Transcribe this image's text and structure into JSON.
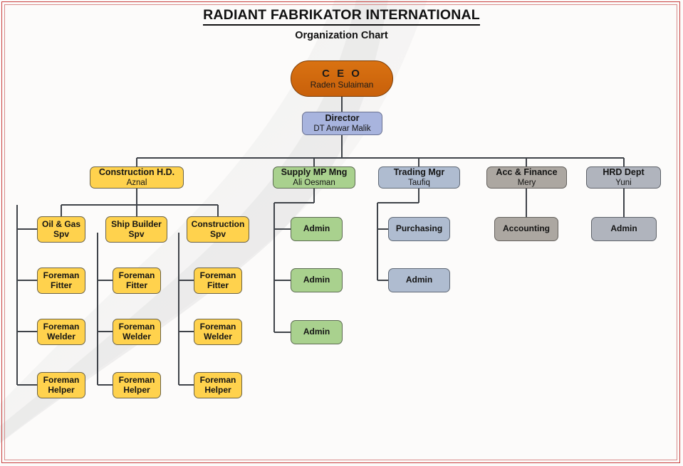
{
  "document": {
    "title": "RADIANT FABRIKATOR INTERNATIONAL",
    "subtitle": "Organization Chart"
  },
  "theme": {
    "ceo_color": "#d2690e",
    "director_color": "#a8b4de",
    "yellow": "#ffd24d",
    "green": "#a9d18e",
    "blue_gray": "#afbcd0",
    "taupe": "#aca7a1",
    "gray": "#b0b4bd",
    "frame_color": "#c9403f",
    "connector_color": "#3f4349",
    "page_background": "#fcfbfa"
  },
  "chart_data": {
    "type": "diagram",
    "title": "RADIANT FABRIKATOR INTERNATIONAL Organization Chart",
    "nodes": [
      {
        "id": "ceo",
        "role": "C E O",
        "person": "Raden Sulaiman",
        "color": "#d2690e",
        "level": 0
      },
      {
        "id": "director",
        "role": "Director",
        "person": "DT Anwar Malik",
        "color": "#a8b4de",
        "level": 1
      },
      {
        "id": "construction_hd",
        "role": "Construction H.D.",
        "person": "Aznal",
        "color": "#ffd24d",
        "level": 2
      },
      {
        "id": "supply_mp",
        "role": "Supply MP Mng",
        "person": "Ali Oesman",
        "color": "#a9d18e",
        "level": 2
      },
      {
        "id": "trading_mgr",
        "role": "Trading Mgr",
        "person": "Taufiq",
        "color": "#afbcd0",
        "level": 2
      },
      {
        "id": "acc_finance",
        "role": "Acc & Finance",
        "person": "Mery",
        "color": "#aca7a1",
        "level": 2
      },
      {
        "id": "hrd_dept",
        "role": "HRD Dept",
        "person": "Yuni",
        "color": "#b0b4bd",
        "level": 2
      },
      {
        "id": "oil_gas_spv",
        "role": "Oil & Gas",
        "role2": "Spv",
        "color": "#ffd24d",
        "level": 3
      },
      {
        "id": "ship_builder_spv",
        "role": "Ship Builder",
        "role2": "Spv",
        "color": "#ffd24d",
        "level": 3
      },
      {
        "id": "construction_spv",
        "role": "Construction",
        "role2": "Spv",
        "color": "#ffd24d",
        "level": 3
      },
      {
        "id": "og_fitter",
        "role": "Foreman",
        "role2": "Fitter",
        "color": "#ffd24d",
        "level": 4
      },
      {
        "id": "og_welder",
        "role": "Foreman",
        "role2": "Welder",
        "color": "#ffd24d",
        "level": 5
      },
      {
        "id": "og_helper",
        "role": "Foreman",
        "role2": "Helper",
        "color": "#ffd24d",
        "level": 6
      },
      {
        "id": "sb_fitter",
        "role": "Foreman",
        "role2": "Fitter",
        "color": "#ffd24d",
        "level": 4
      },
      {
        "id": "sb_welder",
        "role": "Foreman",
        "role2": "Welder",
        "color": "#ffd24d",
        "level": 5
      },
      {
        "id": "sb_helper",
        "role": "Foreman",
        "role2": "Helper",
        "color": "#ffd24d",
        "level": 6
      },
      {
        "id": "cs_fitter",
        "role": "Foreman",
        "role2": "Fitter",
        "color": "#ffd24d",
        "level": 4
      },
      {
        "id": "cs_welder",
        "role": "Foreman",
        "role2": "Welder",
        "color": "#ffd24d",
        "level": 5
      },
      {
        "id": "cs_helper",
        "role": "Foreman",
        "role2": "Helper",
        "color": "#ffd24d",
        "level": 6
      },
      {
        "id": "supply_admin_1",
        "role": "Admin",
        "color": "#a9d18e",
        "level": 3
      },
      {
        "id": "supply_admin_2",
        "role": "Admin",
        "color": "#a9d18e",
        "level": 4
      },
      {
        "id": "supply_admin_3",
        "role": "Admin",
        "color": "#a9d18e",
        "level": 5
      },
      {
        "id": "purchasing",
        "role": "Purchasing",
        "color": "#afbcd0",
        "level": 3
      },
      {
        "id": "trading_admin",
        "role": "Admin",
        "color": "#afbcd0",
        "level": 4
      },
      {
        "id": "accounting",
        "role": "Accounting",
        "color": "#aca7a1",
        "level": 3
      },
      {
        "id": "hrd_admin",
        "role": "Admin",
        "color": "#b0b4bd",
        "level": 3
      }
    ],
    "edges": [
      {
        "from": "ceo",
        "to": "director"
      },
      {
        "from": "director",
        "to": "construction_hd"
      },
      {
        "from": "director",
        "to": "supply_mp"
      },
      {
        "from": "director",
        "to": "trading_mgr"
      },
      {
        "from": "director",
        "to": "acc_finance"
      },
      {
        "from": "director",
        "to": "hrd_dept"
      },
      {
        "from": "construction_hd",
        "to": "oil_gas_spv"
      },
      {
        "from": "construction_hd",
        "to": "ship_builder_spv"
      },
      {
        "from": "construction_hd",
        "to": "construction_spv"
      },
      {
        "from": "oil_gas_spv",
        "to": "og_fitter"
      },
      {
        "from": "oil_gas_spv",
        "to": "og_welder"
      },
      {
        "from": "oil_gas_spv",
        "to": "og_helper"
      },
      {
        "from": "ship_builder_spv",
        "to": "sb_fitter"
      },
      {
        "from": "ship_builder_spv",
        "to": "sb_welder"
      },
      {
        "from": "ship_builder_spv",
        "to": "sb_helper"
      },
      {
        "from": "construction_spv",
        "to": "cs_fitter"
      },
      {
        "from": "construction_spv",
        "to": "cs_welder"
      },
      {
        "from": "construction_spv",
        "to": "cs_helper"
      },
      {
        "from": "supply_mp",
        "to": "supply_admin_1"
      },
      {
        "from": "supply_mp",
        "to": "supply_admin_2"
      },
      {
        "from": "supply_mp",
        "to": "supply_admin_3"
      },
      {
        "from": "trading_mgr",
        "to": "purchasing"
      },
      {
        "from": "trading_mgr",
        "to": "trading_admin"
      },
      {
        "from": "acc_finance",
        "to": "accounting"
      },
      {
        "from": "hrd_dept",
        "to": "hrd_admin"
      }
    ]
  }
}
